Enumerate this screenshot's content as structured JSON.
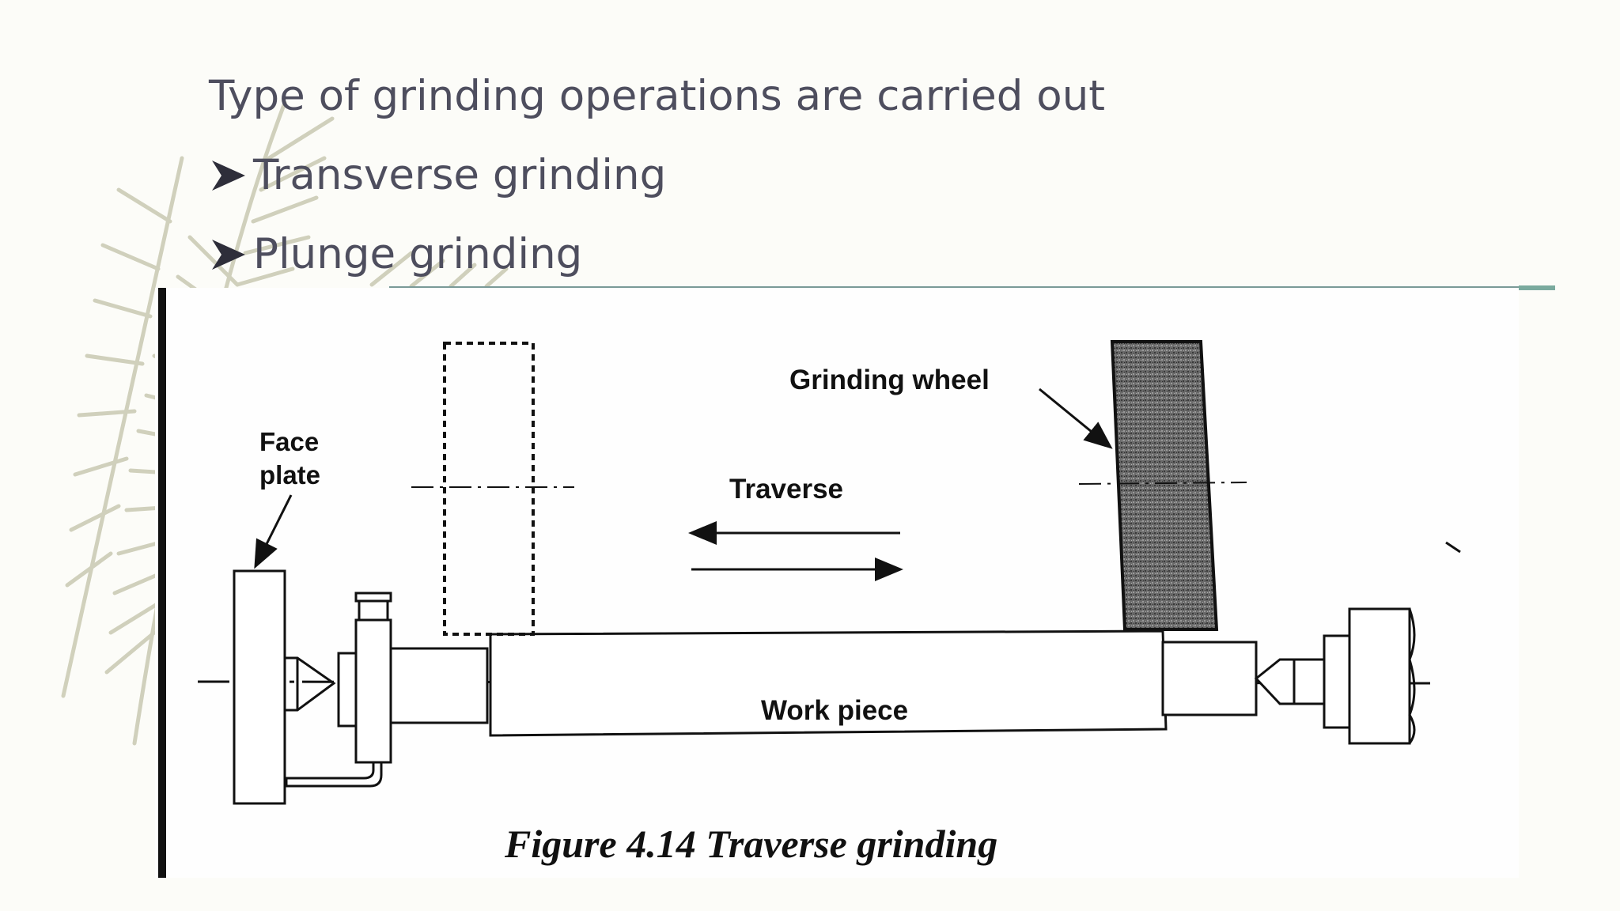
{
  "slide": {
    "heading": "Type of grinding operations are carried out",
    "bullets": [
      {
        "icon": "arrowhead-bullet-icon",
        "label": "Transverse grinding"
      },
      {
        "icon": "arrowhead-bullet-icon",
        "label": "Plunge grinding"
      }
    ]
  },
  "figure": {
    "labels": {
      "grinding_wheel": "Grinding wheel",
      "face_plate_line1": "Face",
      "face_plate_line2": "plate",
      "traverse": "Traverse",
      "work_piece": "Work piece"
    },
    "caption": "Figure 4.14 Traverse grinding"
  },
  "colors": {
    "background": "#fcfcf8",
    "text": "#4e4e5e",
    "rule": "#7a9a98",
    "wheel": "#555555"
  }
}
